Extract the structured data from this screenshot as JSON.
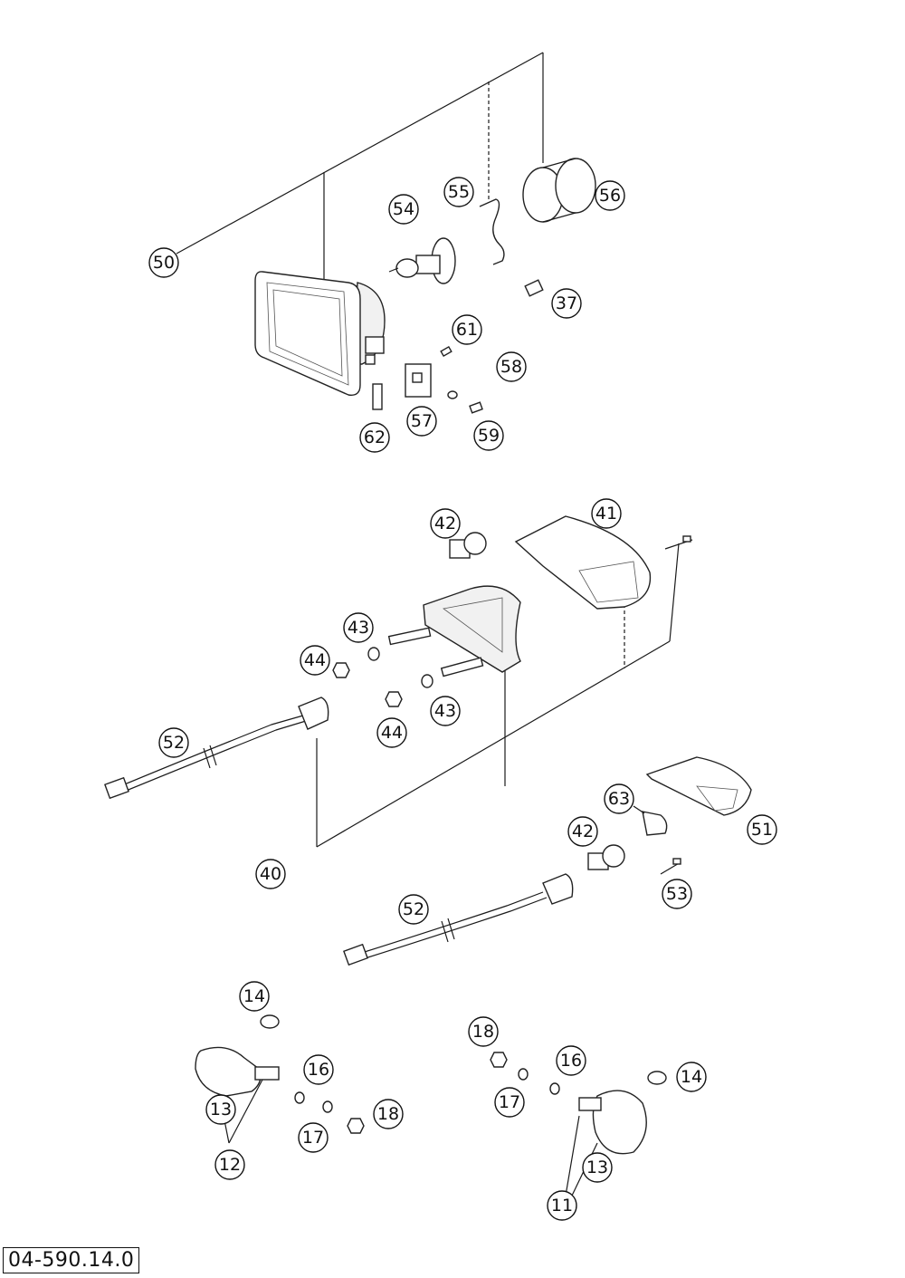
{
  "drawing_number": "04-590.14.0",
  "callouts": {
    "c50": "50",
    "c55": "55",
    "c56": "56",
    "c54": "54",
    "c37": "37",
    "c61": "61",
    "c58": "58",
    "c57": "57",
    "c59": "59",
    "c62": "62",
    "c42a": "42",
    "c41": "41",
    "c43a": "43",
    "c44a": "44",
    "c44b": "44",
    "c43b": "43",
    "c52a": "52",
    "c40": "40",
    "c63": "63",
    "c42b": "42",
    "c51": "51",
    "c53": "53",
    "c52b": "52",
    "c14a": "14",
    "c16a": "16",
    "c13a": "13",
    "c17a": "17",
    "c18a": "18",
    "c12": "12",
    "c18b": "18",
    "c16b": "16",
    "c14b": "14",
    "c17b": "17",
    "c13b": "13",
    "c11": "11"
  }
}
